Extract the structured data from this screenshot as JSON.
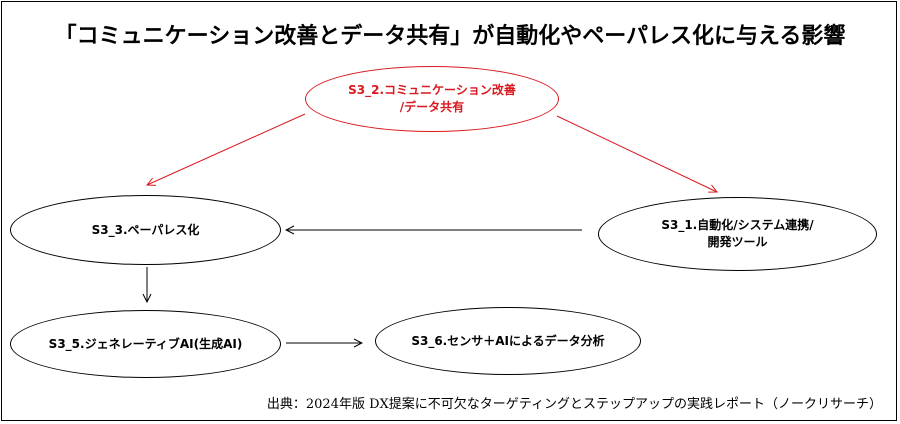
{
  "title": "「コミュニケーション改善とデータ共有」が自動化やペーパレス化に与える影響",
  "nodes": {
    "s3_2": {
      "line1": "S3_2.コミュニケーション改善",
      "line2": "/データ共有",
      "color": "#d9191f"
    },
    "s3_1": {
      "line1": "S3_1.自動化/システム連携/",
      "line2": "開発ツール"
    },
    "s3_3": {
      "line1": "S3_3.ペーパレス化"
    },
    "s3_5": {
      "line1": "S3_5.ジェネレーティブAI(生成AI)"
    },
    "s3_6": {
      "line1": "S3_6.センサ＋AIによるデータ分析"
    }
  },
  "edges": [
    {
      "from": "S3_2",
      "to": "S3_3",
      "color": "#d9191f"
    },
    {
      "from": "S3_2",
      "to": "S3_1",
      "color": "#d9191f"
    },
    {
      "from": "S3_1",
      "to": "S3_3",
      "color": "#000000"
    },
    {
      "from": "S3_3",
      "to": "S3_5",
      "color": "#000000"
    },
    {
      "from": "S3_5",
      "to": "S3_6",
      "color": "#000000"
    }
  ],
  "source": "出典：2024年版 DX提案に不可欠なターゲティングとステップアップの実践レポート（ノークリサーチ）"
}
